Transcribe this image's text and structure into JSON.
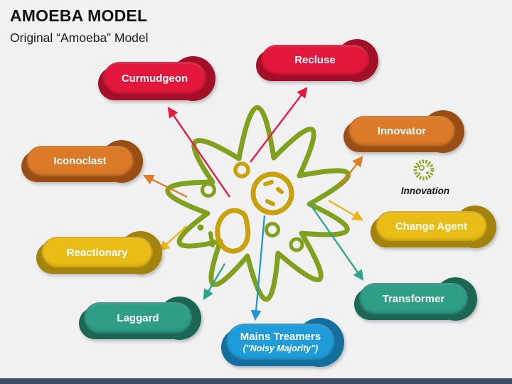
{
  "header": {
    "title": "AMOEBA MODEL",
    "subtitle": "Original “Amoeba” Model"
  },
  "pills": [
    {
      "id": "curmudgeon",
      "label": "Curmudgeon",
      "color": "#E3173B",
      "color_dark": "#A30F28"
    },
    {
      "id": "recluse",
      "label": "Recluse",
      "color": "#E3173B",
      "color_dark": "#A30F28"
    },
    {
      "id": "innovator",
      "label": "Innovator",
      "color": "#DD7A27",
      "color_dark": "#9A4E14"
    },
    {
      "id": "iconoclast",
      "label": "Iconoclast",
      "color": "#DD7A27",
      "color_dark": "#9A4E14"
    },
    {
      "id": "change-agent",
      "label": "Change Agent",
      "color": "#E9BC16",
      "color_dark": "#A4830C"
    },
    {
      "id": "reactionary",
      "label": "Reactionary",
      "color": "#E9BC16",
      "color_dark": "#A4830C"
    },
    {
      "id": "transformer",
      "label": "Transformer",
      "color": "#2E9E87",
      "color_dark": "#1C6754"
    },
    {
      "id": "laggard",
      "label": "Laggard",
      "color": "#2E9E87",
      "color_dark": "#1C6754"
    },
    {
      "id": "mainstreamers",
      "label": "Mains Treamers",
      "sublabel": "(\"Noisy Majority\")",
      "color": "#1F9CD9",
      "color_dark": "#146F9E"
    }
  ],
  "annotation": {
    "caption": "Innovation",
    "icon_color": "#8CA428"
  },
  "amoeba": {
    "outline_color": "#7FA11E",
    "nucleus_color": "#C8A10C"
  },
  "arrows": {
    "red": "#E8173D",
    "orange": "#E07C23",
    "yellow": "#F0B416",
    "teal": "#2AA58C",
    "blue": "#2096D3"
  },
  "footer": {
    "bar_color": "#3B4D62"
  },
  "background": "#F1F1F2"
}
